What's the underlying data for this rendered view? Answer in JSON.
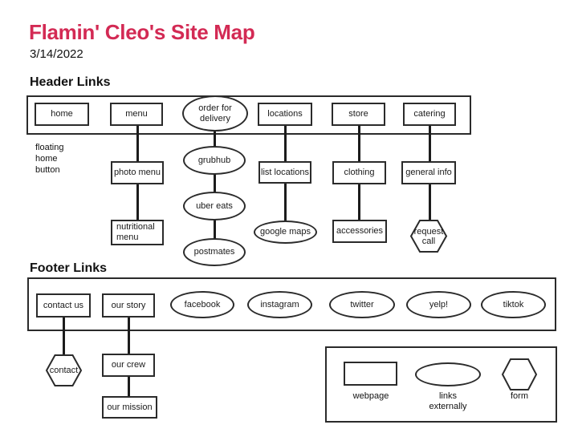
{
  "accent_color": "#d32a54",
  "page": {
    "title": "Flamin' Cleo's Site Map",
    "date": "3/14/2022"
  },
  "header_section": {
    "heading": "Header Links",
    "note": "floating home button",
    "nodes": {
      "home": "home",
      "menu": "menu",
      "order_for_delivery": "order for delivery",
      "locations": "locations",
      "store": "store",
      "catering": "catering",
      "photo_menu": "photo menu",
      "nutritional_menu": "nutritional menu",
      "grubhub": "grubhub",
      "uber_eats": "uber eats",
      "postmates": "postmates",
      "list_locations": "list locations",
      "google_maps": "google maps",
      "clothing": "clothing",
      "accessories": "accessories",
      "general_info": "general info",
      "request_call": "request call"
    }
  },
  "footer_section": {
    "heading": "Footer Links",
    "nodes": {
      "contact_us": "contact us",
      "our_story": "our story",
      "facebook": "facebook",
      "instagram": "instagram",
      "twitter": "twitter",
      "yelp": "yelp!",
      "tiktok": "tiktok",
      "contact": "contact",
      "our_crew": "our crew",
      "our_mission": "our mission"
    }
  },
  "legend": {
    "webpage": "webpage",
    "links_externally": "links externally",
    "form": "form"
  }
}
